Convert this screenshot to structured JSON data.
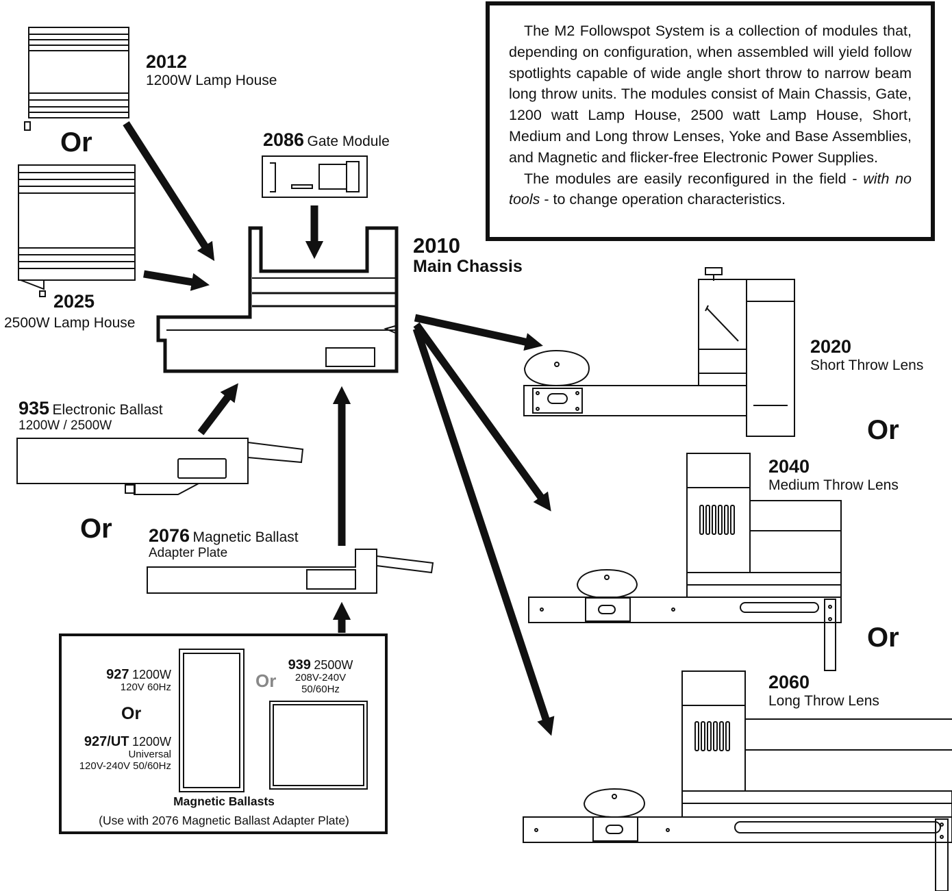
{
  "info_box": {
    "para1": "The M2 Followspot System is a collection of modules that, depending on configuration, when assembled will yield follow spotlights capable of wide angle short throw to narrow beam long throw units. The modules consist of Main Chassis, Gate, 1200 watt Lamp House, 2500 watt Lamp House, Short, Medium and Long throw Lenses, Yoke and Base Assemblies, and Magnetic and flicker-free Electronic Power Supplies.",
    "para2_a": "The modules are easily reconfigured in the field - ",
    "para2_italic": "with no tools",
    "para2_b": " - to change operation characteristics."
  },
  "modules": {
    "lamp_1200": {
      "number": "2012",
      "name": "1200W Lamp House"
    },
    "lamp_2500": {
      "number": "2025",
      "name": "2500W Lamp House"
    },
    "gate": {
      "number": "2086",
      "name": "Gate Module"
    },
    "chassis": {
      "number": "2010",
      "name": "Main Chassis"
    },
    "elec_ballast": {
      "number": "935",
      "name": "Electronic Ballast",
      "sub": "1200W / 2500W"
    },
    "mag_adapter": {
      "number": "2076",
      "name": "Magnetic Ballast",
      "sub": "Adapter Plate"
    },
    "short_lens": {
      "number": "2020",
      "name": "Short Throw Lens"
    },
    "medium_lens": {
      "number": "2040",
      "name": "Medium Throw Lens"
    },
    "long_lens": {
      "number": "2060",
      "name": "Long Throw Lens"
    }
  },
  "mag_ballasts": {
    "b927": {
      "number": "927",
      "watt": "1200W",
      "spec": "120V 60Hz"
    },
    "b927ut": {
      "number": "927/UT",
      "watt": "1200W",
      "spec1": "Universal",
      "spec2": "120V-240V 50/60Hz"
    },
    "b939": {
      "number": "939",
      "watt": "2500W",
      "spec1": "208V-240V",
      "spec2": "50/60Hz"
    },
    "title": "Magnetic Ballasts",
    "note": "(Use with 2076 Magnetic Ballast Adapter Plate)"
  },
  "or_word": "Or",
  "colors": {
    "ink": "#111111",
    "grey_or": "#888888"
  }
}
